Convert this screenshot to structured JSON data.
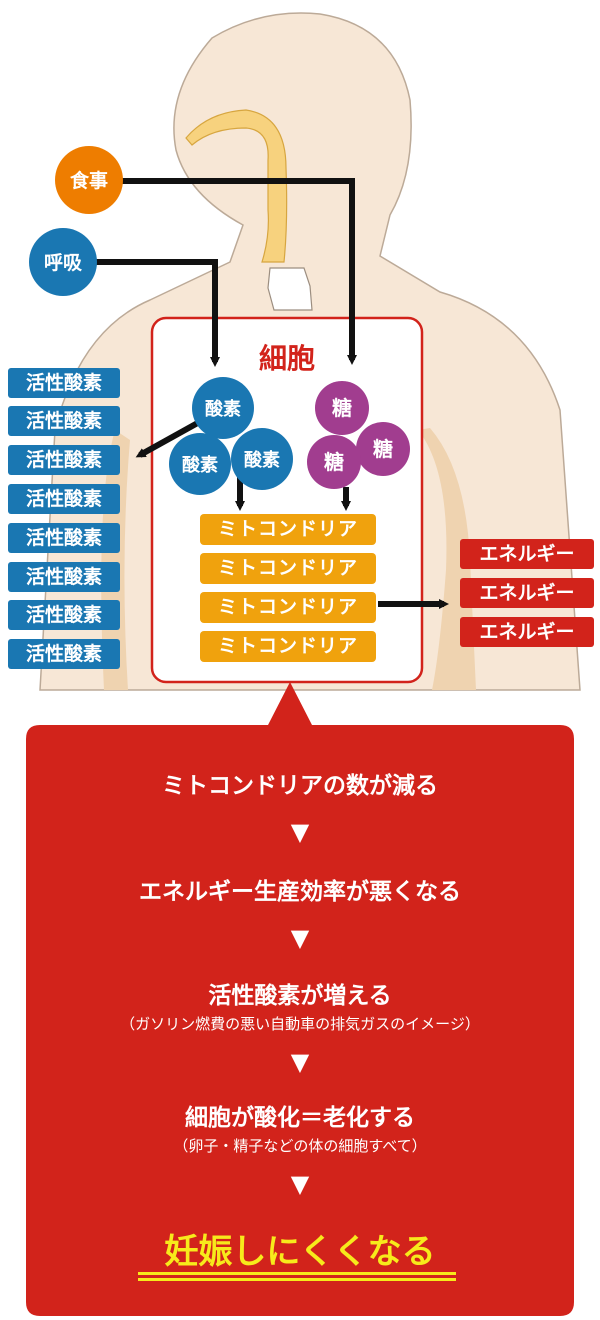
{
  "inputs": {
    "food": "食事",
    "breath": "呼吸"
  },
  "cell": {
    "title": "細胞",
    "oxygen": [
      "酸素",
      "酸素",
      "酸素"
    ],
    "sugar": [
      "糖",
      "糖",
      "糖"
    ],
    "mitochondria": [
      "ミトコンドリア",
      "ミトコンドリア",
      "ミトコンドリア",
      "ミトコンドリア"
    ]
  },
  "ros_labels": [
    "活性酸素",
    "活性酸素",
    "活性酸素",
    "活性酸素",
    "活性酸素",
    "活性酸素",
    "活性酸素",
    "活性酸素"
  ],
  "energy_labels": [
    "エネルギー",
    "エネルギー",
    "エネルギー"
  ],
  "flow": {
    "step1": "ミトコンドリアの数が減る",
    "step2": "エネルギー生産効率が悪くなる",
    "step3": "活性酸素が増える",
    "step3_note": "（ガソリン燃費の悪い自動車の排気ガスのイメージ）",
    "step4": "細胞が酸化＝老化する",
    "step4_note": "（卵子・精子などの体の細胞すべて）",
    "arrow": "▼",
    "result": "妊娠しにくくなる"
  },
  "colors": {
    "red": "#d2231b",
    "orange": "#ee7d00",
    "blue": "#1a77b2",
    "purple": "#a13d8f",
    "yellow": "#f0a20d",
    "skin": "#f7e7d6",
    "result": "#f7ea1b"
  }
}
